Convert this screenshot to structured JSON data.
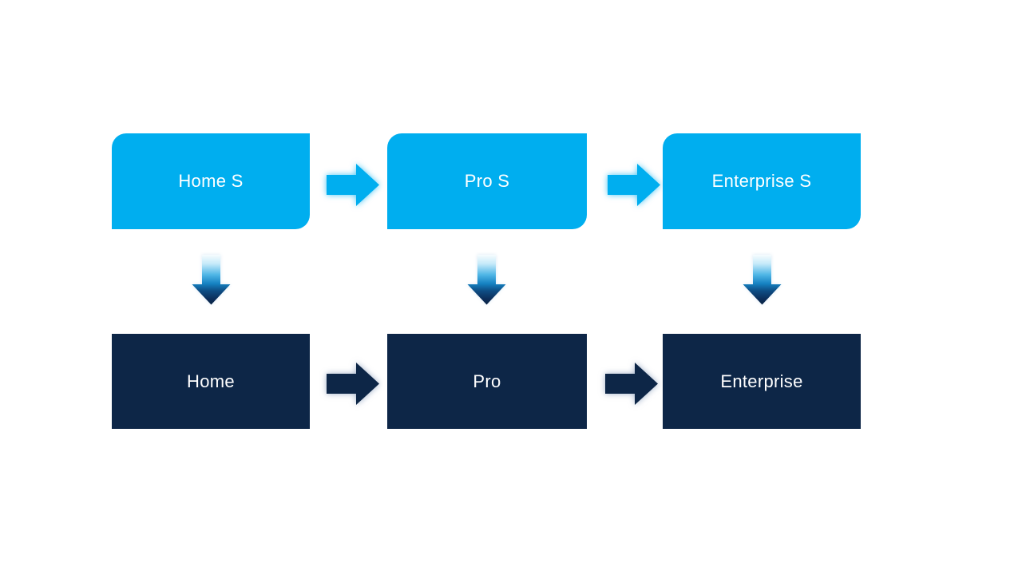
{
  "diagram": {
    "title": "Edition upgrade flow diagram",
    "colors": {
      "background": "#FFFFFF",
      "light_blue": "#00AEEF",
      "dark_navy": "#0D2647",
      "label_text": "#FFFFFF"
    },
    "rows": {
      "top": {
        "items": [
          {
            "label": "Home S"
          },
          {
            "label": "Pro S"
          },
          {
            "label": "Enterprise S"
          }
        ]
      },
      "bottom": {
        "items": [
          {
            "label": "Home"
          },
          {
            "label": "Pro"
          },
          {
            "label": "Enterprise"
          }
        ]
      }
    },
    "icons": {
      "right_arrow_top": "right-arrow (light blue, glow)",
      "right_arrow_bottom": "right-arrow (dark navy, glow)",
      "down_arrow": "down-arrow (white-to-navy gradient)"
    }
  }
}
